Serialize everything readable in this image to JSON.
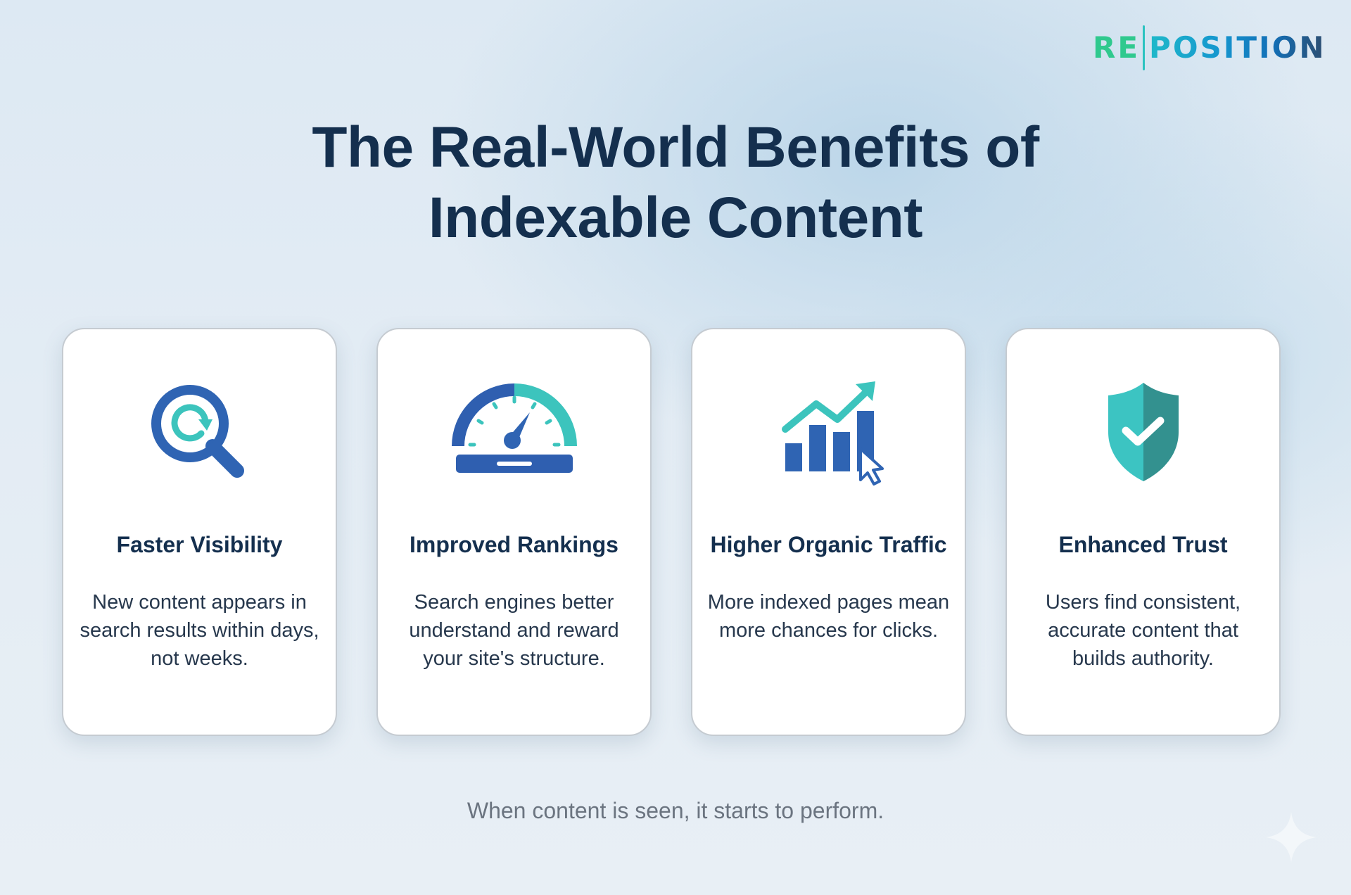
{
  "brand": {
    "logo_left": "RE",
    "logo_right": "POSITION"
  },
  "header": {
    "title_line1": "The Real-World Benefits of",
    "title_line2": "Indexable Content"
  },
  "cards": [
    {
      "icon": "magnifier-refresh-icon",
      "title": "Faster Visibility",
      "body": "New content appears in search results within days, not weeks."
    },
    {
      "icon": "speedometer-icon",
      "title": "Improved Rankings",
      "body": "Search engines better understand and reward your site's structure."
    },
    {
      "icon": "growth-chart-cursor-icon",
      "title": "Higher Organic Traffic",
      "body": "More indexed pages mean more chances for clicks."
    },
    {
      "icon": "shield-check-icon",
      "title": "Enhanced Trust",
      "body": "Users find consistent, accurate content that builds authority."
    }
  ],
  "footer": {
    "tagline": "When content is seen, it starts to perform."
  },
  "colors": {
    "navy": "#142f4e",
    "blue": "#2f64b3",
    "teal": "#3cc4bd",
    "green": "#2fc98e",
    "card_bg": "#ffffff",
    "footer_text": "#6b7480"
  }
}
